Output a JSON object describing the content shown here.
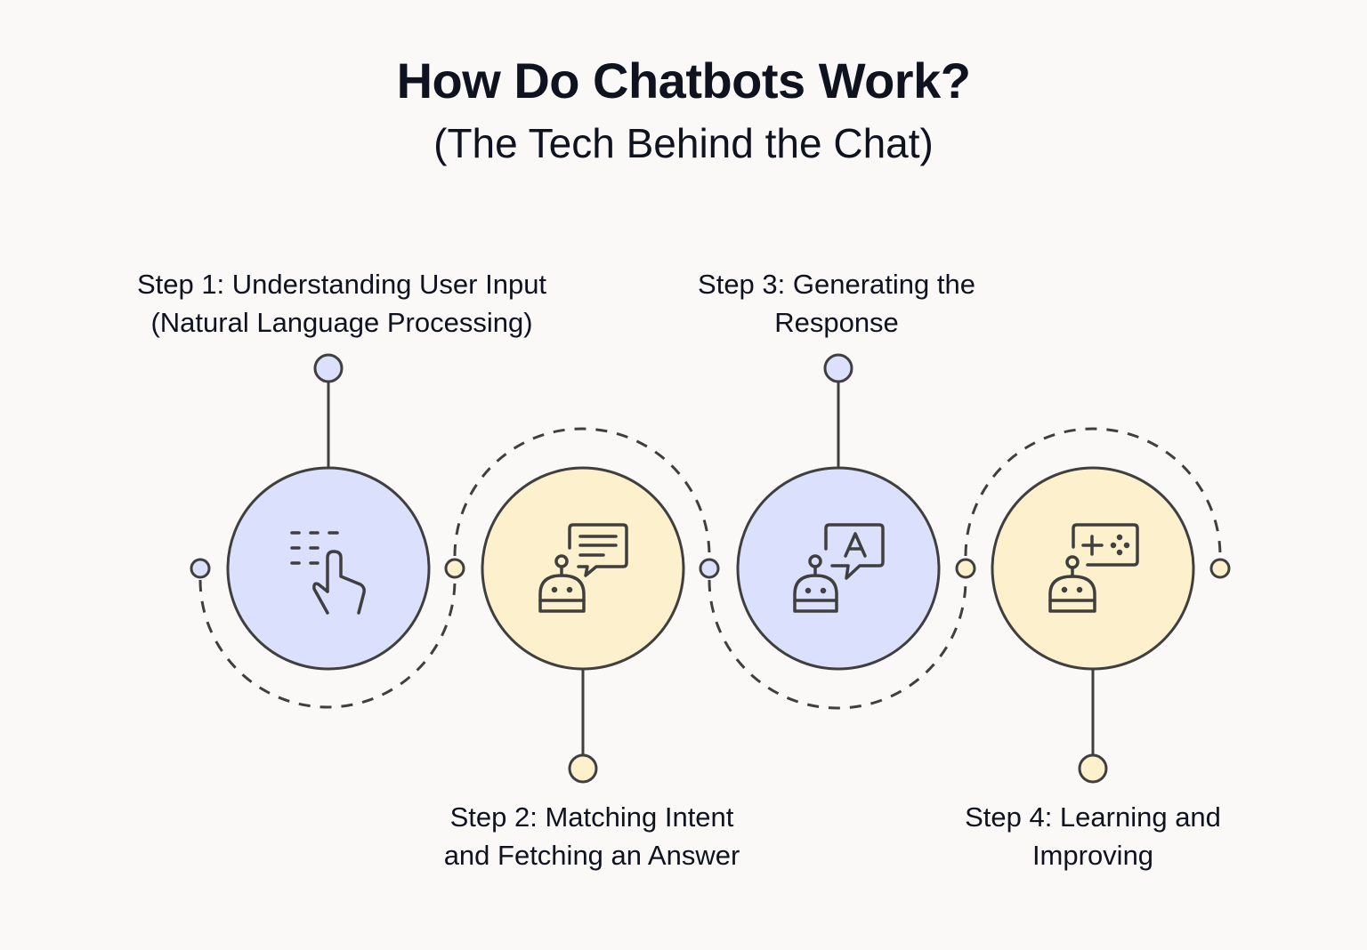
{
  "header": {
    "title": "How Do Chatbots Work?",
    "subtitle": "(The Tech Behind the Chat)"
  },
  "colors": {
    "background": "#faf9f7",
    "blue_fill": "#dbe1fd",
    "yellow_fill": "#fdf0cc",
    "stroke": "#3f3f3f",
    "text": "#0f1320"
  },
  "steps": [
    {
      "line1": "Step 1: Understanding User Input",
      "line2": "(Natural Language Processing)",
      "icon": "hand-tap-icon",
      "color": "blue",
      "label_position": "top"
    },
    {
      "line1": "Step 2: Matching Intent",
      "line2": "and Fetching an Answer",
      "icon": "robot-chat-icon",
      "color": "yellow",
      "label_position": "bottom"
    },
    {
      "line1": "Step 3: Generating the",
      "line2": "Response",
      "icon": "robot-translate-icon",
      "color": "blue",
      "label_position": "top"
    },
    {
      "line1": "Step 4: Learning and",
      "line2": "Improving",
      "icon": "robot-game-icon",
      "color": "yellow",
      "label_position": "bottom"
    }
  ]
}
